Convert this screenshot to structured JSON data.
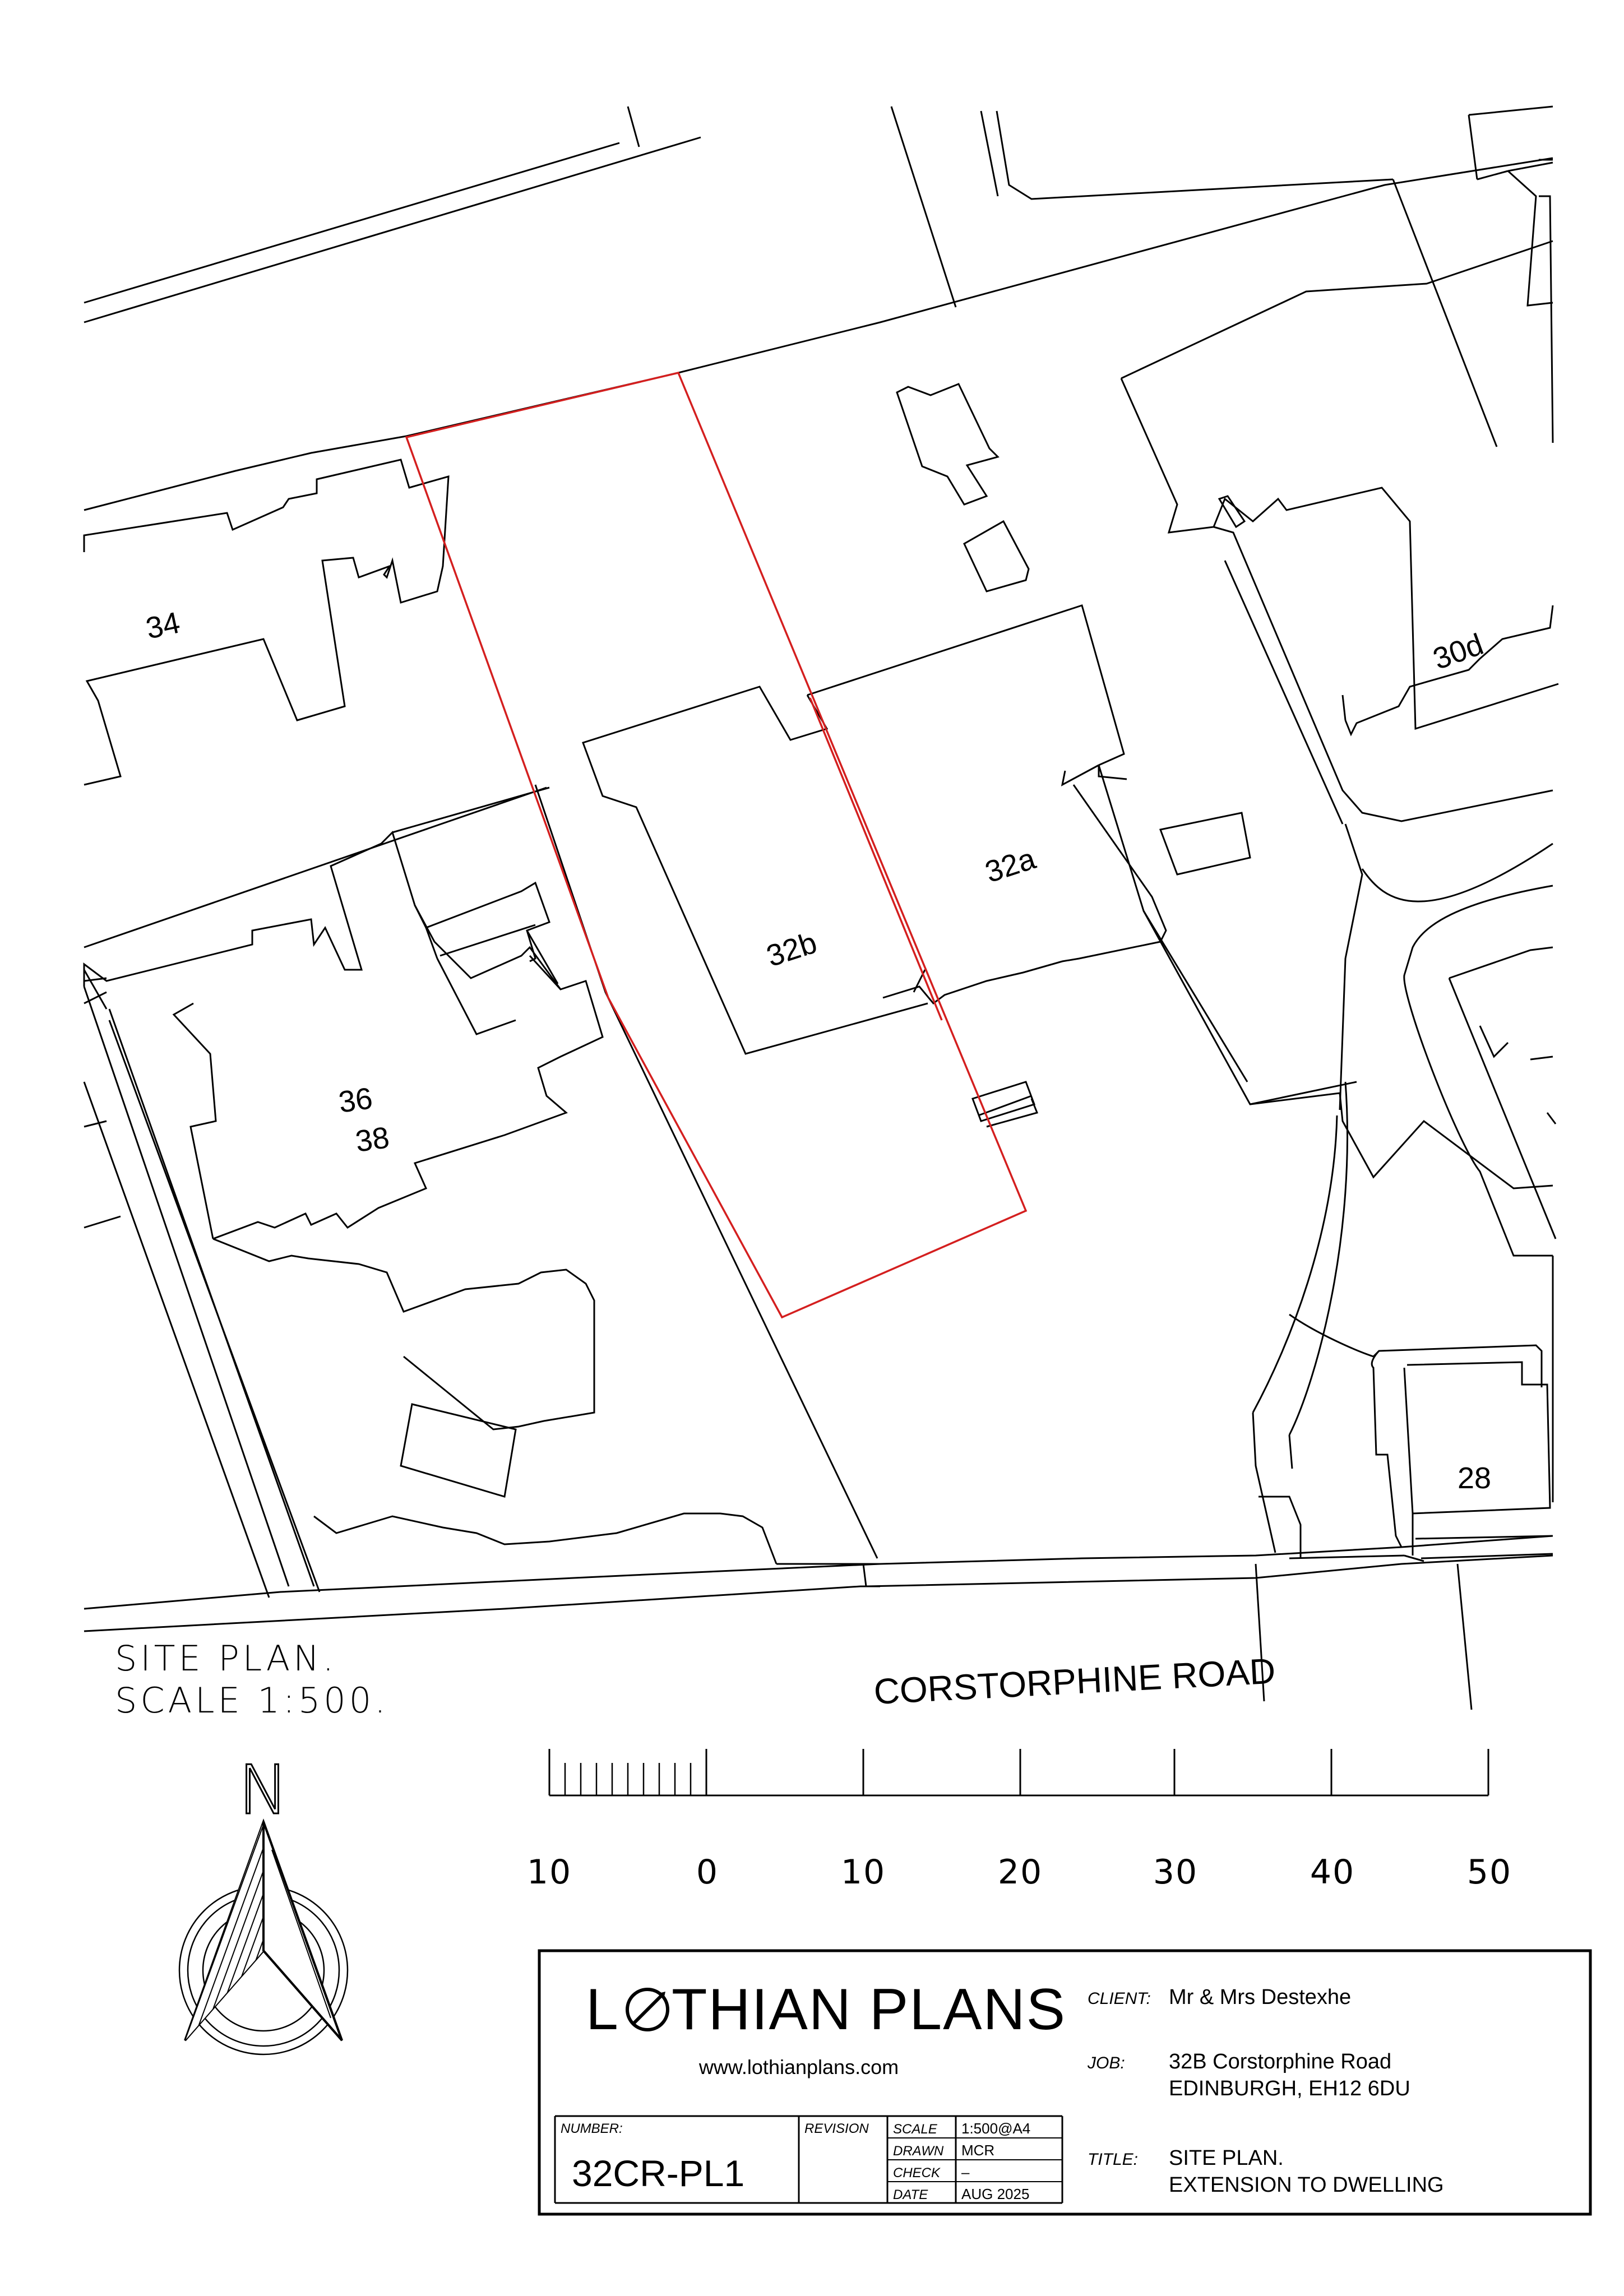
{
  "plot_labels": {
    "p34": "34",
    "p30d": "30d",
    "p32a": "32a",
    "p32b": "32b",
    "p36": "36",
    "p38": "38",
    "p28": "28"
  },
  "road_name": "CORSTORPHINE ROAD",
  "plan_caption": {
    "line1": "SITE PLAN.",
    "line2": "SCALE 1:500."
  },
  "north_label": "N",
  "scale_bar": {
    "ticks": [
      "10",
      "0",
      "10",
      "20",
      "30",
      "40",
      "50"
    ]
  },
  "title_block": {
    "company_prefix": "L",
    "company_suffix": "THIAN PLANS",
    "website": "www.lothianplans.com",
    "client_key": "CLIENT:",
    "client_value": "Mr & Mrs Destexhe",
    "job_key": "JOB:",
    "job_line1": "32B Corstorphine Road",
    "job_line2": "EDINBURGH, EH12 6DU",
    "title_key": "TITLE:",
    "title_line1": "SITE PLAN.",
    "title_line2": "EXTENSION TO DWELLING",
    "number_key": "NUMBER:",
    "number_value": "32CR-PL1",
    "revision_key": "REVISION",
    "scale_key": "SCALE",
    "scale_value": "1:500@A4",
    "drawn_key": "DRAWN",
    "drawn_value": "MCR",
    "check_key": "CHECK",
    "check_value": "–",
    "date_key": "DATE",
    "date_value": "AUG  2025"
  },
  "colors": {
    "boundary": "#d41f1f",
    "linework": "#000000"
  },
  "icons": [
    "compass-icon"
  ]
}
